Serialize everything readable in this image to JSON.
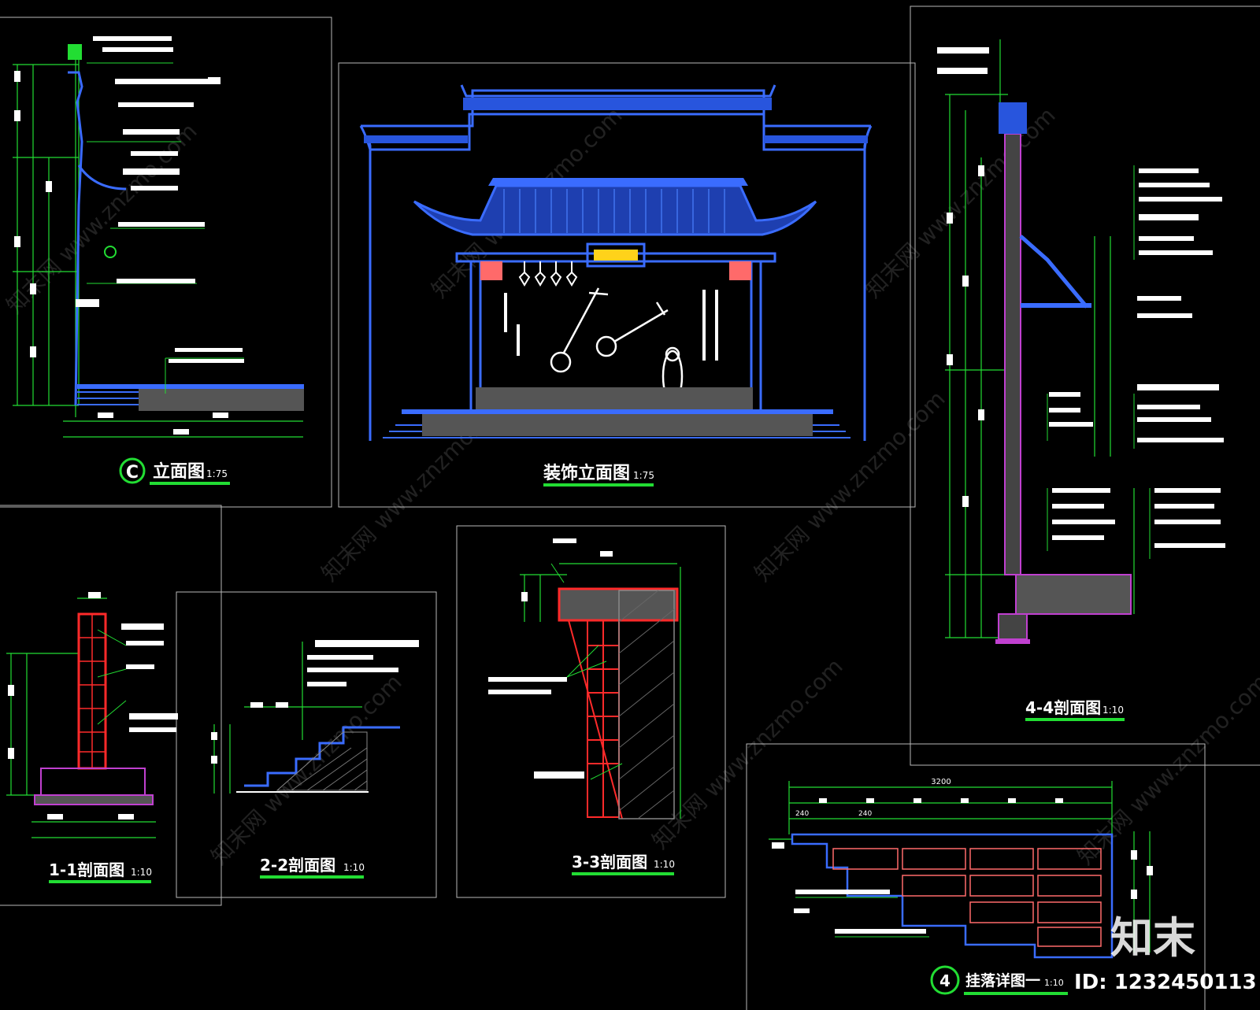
{
  "drawings": {
    "c_elevation": {
      "marker": "C",
      "title": "立面图",
      "scale": "1:75"
    },
    "main_elevation": {
      "title": "装饰立面图",
      "scale": "1:75"
    },
    "section_44": {
      "title": "4-4剖面图",
      "scale": "1:10"
    },
    "section_11": {
      "title": "1-1剖面图",
      "scale": "1:10"
    },
    "section_22": {
      "title": "2-2剖面图",
      "scale": "1:10"
    },
    "section_33": {
      "title": "3-3剖面图",
      "scale": "1:10"
    },
    "detail_4": {
      "marker": "4",
      "title": "挂落详图一",
      "scale": "1:10",
      "overall_dim": "3200",
      "seg_dims": [
        "240",
        "240"
      ]
    }
  },
  "footer": {
    "logo_text": "知末",
    "id_text": "ID: 1232450113"
  },
  "watermark": {
    "text": "知末网 www.znzmo.com"
  },
  "colors": {
    "background": "#000000",
    "roof_blue": "#3a6cff",
    "dim_green": "#22dd33",
    "concrete_red": "#ff2a2a",
    "brick_magenta": "#c040d0",
    "sign_yellow": "#ffd21a"
  }
}
